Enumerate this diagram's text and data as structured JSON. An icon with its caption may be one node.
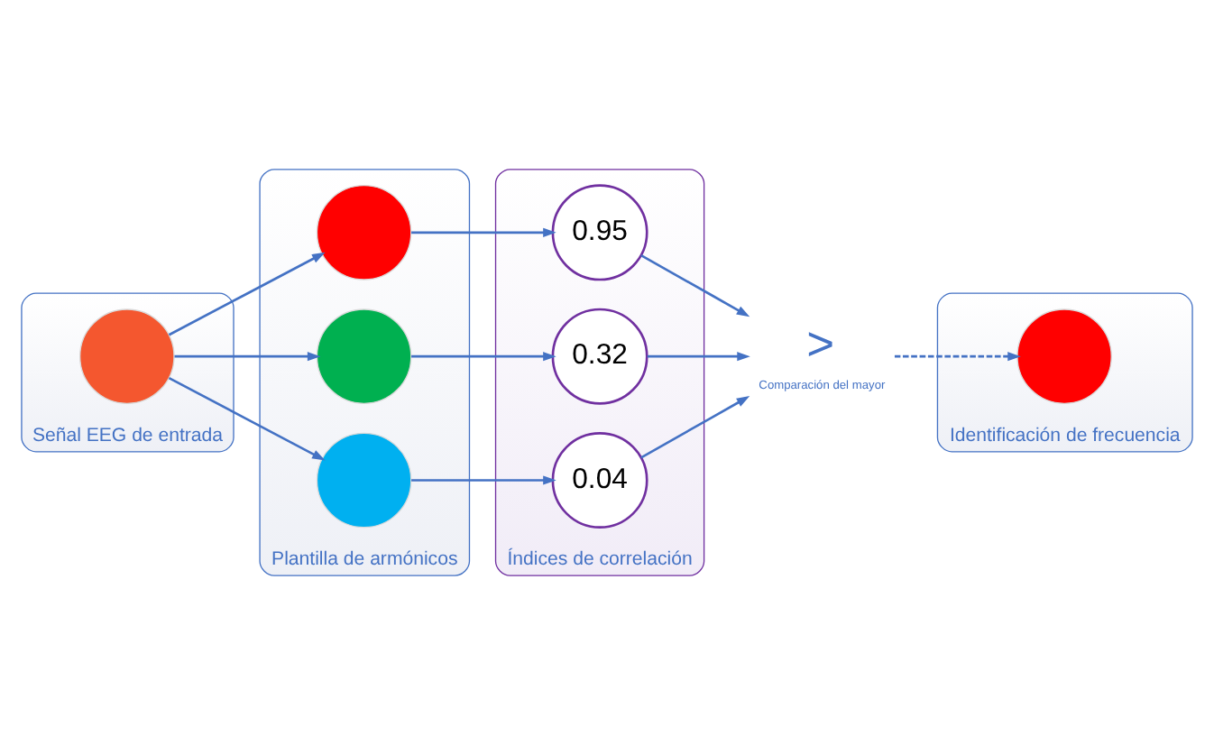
{
  "diagram": {
    "nodes": [
      {
        "text": [
          "Señal EEG de entrada"
        ]
      },
      {
        "text": [],
        "shape": "circle",
        "in": 0
      },
      {
        "text": [
          "Plantilla de armónicos"
        ]
      },
      {
        "text": [],
        "shape": "circle",
        "in": 2
      },
      {
        "text": [],
        "shape": "circle",
        "in": 2
      },
      {
        "text": [],
        "shape": "circle",
        "in": 2
      },
      {
        "text": [
          "Índices de correlación"
        ]
      },
      {
        "text": [
          "0.95"
        ],
        "in": 6
      },
      {
        "text": [
          "0.32"
        ],
        "in": 6
      },
      {
        "text": [
          "0.04"
        ],
        "in": 6
      },
      {
        "text": [
          ">"
        ],
        "beside": [
          "Comparación del mayor"
        ]
      },
      {
        "text": [
          "Identificación de frecuencia"
        ]
      },
      {
        "text": [],
        "shape": "circle",
        "in": 11
      }
    ],
    "edges": [
      {
        "from": 1,
        "to": 3,
        "arrow": "to"
      },
      {
        "from": 1,
        "to": 4,
        "arrow": "to"
      },
      {
        "from": 1,
        "to": 5,
        "arrow": "to"
      },
      {
        "from": 3,
        "to": 7,
        "arrow": "to"
      },
      {
        "from": 4,
        "to": 8,
        "arrow": "to"
      },
      {
        "from": 5,
        "to": 9,
        "arrow": "to"
      },
      {
        "from": 7,
        "to": 10,
        "arrow": "to"
      },
      {
        "from": 8,
        "to": 10,
        "arrow": "to"
      },
      {
        "from": 9,
        "to": 10,
        "arrow": "to"
      },
      {
        "from": 10,
        "to": 12,
        "arrow": "to",
        "style": "dashed"
      }
    ]
  }
}
